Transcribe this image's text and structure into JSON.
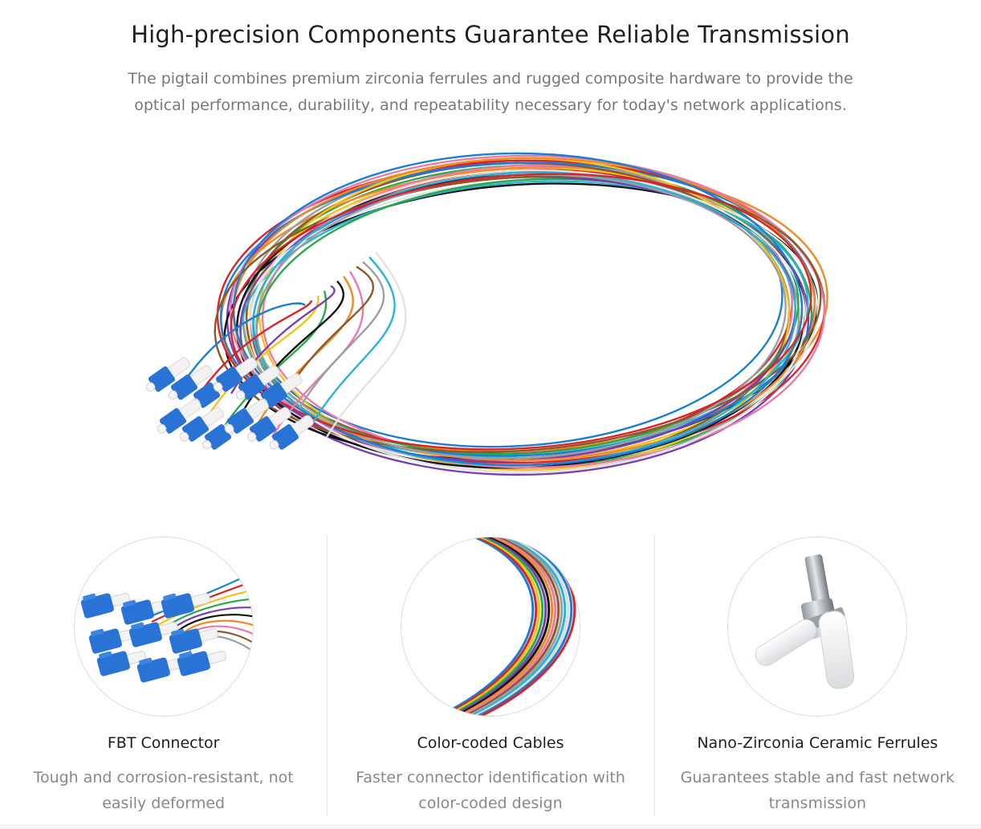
{
  "header": {
    "title": "High-precision Components Guarantee Reliable Transmission",
    "subtitle": "The pigtail combines premium zirconia ferrules and rugged composite hardware to provide the optical performance, durability, and repeatability necessary for today's network applications."
  },
  "hero": {
    "icon": "fiber-pigtail-bundle-image",
    "fiber_colors": [
      "#1a7ed4",
      "#d8242b",
      "#f0c419",
      "#2aa84a",
      "#7a3fb4",
      "#111111",
      "#f08a24",
      "#e97ba8",
      "#8a5a2b",
      "#9aa0a6",
      "#27b5d6",
      "#ffffff"
    ],
    "connector_color": "#2a73d6"
  },
  "features": [
    {
      "icon": "lc-connector-closeup-image",
      "title": "FBT Connector",
      "description": "Tough and corrosion-resistant, not easily deformed"
    },
    {
      "icon": "color-coded-cable-closeup-image",
      "title": "Color-coded Cables",
      "description": "Faster connector identification with color-coded design"
    },
    {
      "icon": "ceramic-ferrule-closeup-image",
      "title": "Nano-Zirconia Ceramic Ferrules",
      "description": "Guarantees stable and fast network transmission"
    }
  ]
}
